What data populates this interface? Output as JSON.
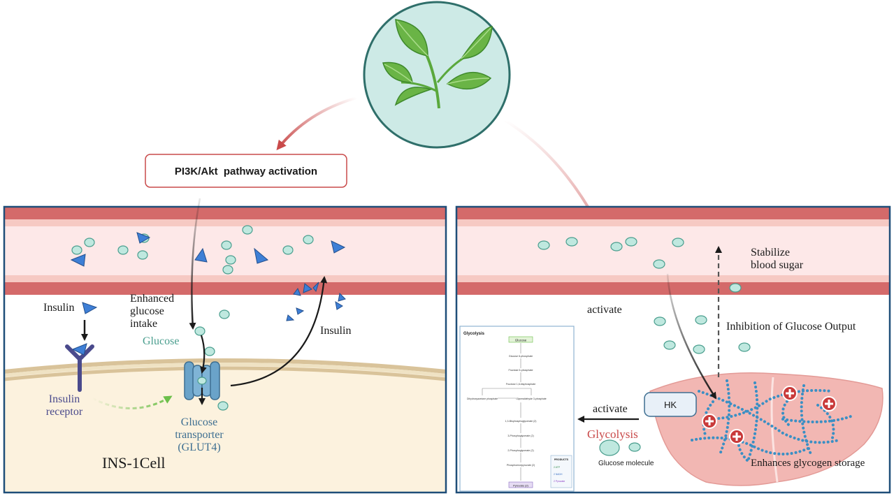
{
  "top": {
    "pathway_label": "PI3K/Akt  pathway activation"
  },
  "left_panel": {
    "insulin_label": "Insulin",
    "enhanced_intake_line1": "Enhanced",
    "enhanced_intake_line2": "glucose",
    "enhanced_intake_line3": "intake",
    "glucose_label": "Glucose",
    "insulin_secreted_label": "Insulin",
    "receptor_line1": "Insulin",
    "receptor_line2": "receptor",
    "transporter_line1": "Glucose",
    "transporter_line2": "transporter",
    "transporter_line3": "(GLUT4)",
    "cell_label": "INS-1Cell"
  },
  "right_panel": {
    "stabilize_line1": "Stabilize",
    "stabilize_line2": "blood sugar",
    "activate_top": "activate",
    "inhibition_label": "Inhibition of Glucose Output",
    "hk_label": "HK",
    "activate_mid": "activate",
    "glycolysis_label": "Glycolysis",
    "glucose_molecule_label": "Glucose molecule",
    "glycogen_label": "Enhances glycogen storage"
  },
  "glycolysis_inset": {
    "title": "Glycolysis",
    "start": "Glucose",
    "end": "Pyruvate (2)",
    "steps": [
      "Glucose 6-phosphate",
      "Fructose 6-phosphate",
      "Fructose 1,6-bisphosphate",
      "1,3-Bisphosphoglycerate (2)",
      "3-Phosphoglycerate (2)",
      "2-Phosphoglycerate (2)",
      "Phosphoenolpyruvate (2)"
    ],
    "split_left": "Dihydroxyacetone phosphate",
    "split_right": "Glyceraldehyde 3-phosphate",
    "products_title": "PRODUCTS",
    "products": [
      "2 ATP",
      "2 NADH",
      "2 Pyruvate"
    ]
  },
  "colors": {
    "vessel_dark": "#d46a6a",
    "vessel_light": "#f6c9c3",
    "vessel_lumen": "#fde8e8",
    "cell_bg": "#fcf2de",
    "membrane": "#d9c39a",
    "glucose_fill": "#bfe8df",
    "glucose_stroke": "#4a9e8e",
    "insulin_blue": "#3e7fd6",
    "receptor_purple": "#4a4a8c",
    "panel_border": "#1f4e79",
    "pathway_red": "#c94a4a",
    "liver_fill": "#f2b7b3",
    "glycogen_dot": "#3a8fc4",
    "leaf_green": "#5aa83c"
  }
}
